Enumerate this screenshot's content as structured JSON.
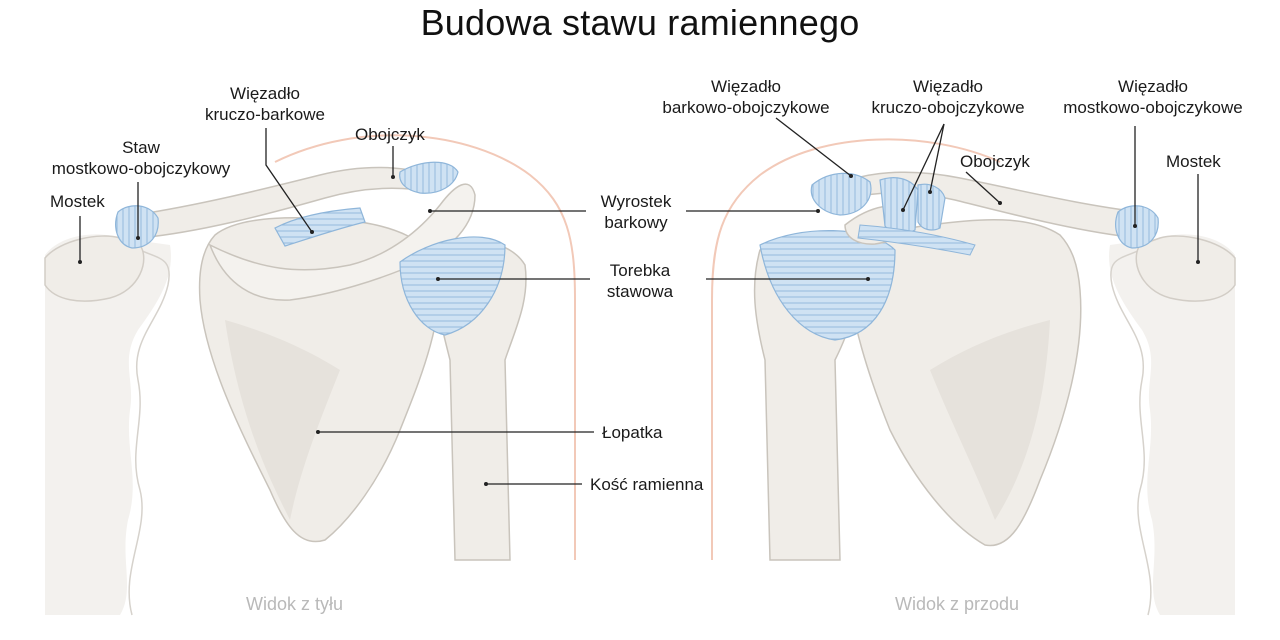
{
  "title": "Budowa stawu ramiennego",
  "views": {
    "back": "Widok z tyłu",
    "front": "Widok z przodu"
  },
  "labels": {
    "back_sternum": "Mostek",
    "back_sc_joint": [
      "Staw",
      "mostkowo-obojczykowy"
    ],
    "back_cora_lig": [
      "Więzadło",
      "kruczo-barkowe"
    ],
    "back_clavicle": "Obojczyk",
    "acromion": [
      "Wyrostek",
      "barkowy"
    ],
    "capsule": [
      "Torebka",
      "stawowa"
    ],
    "scapula": "Łopatka",
    "humerus": "Kość ramienna",
    "front_ac_lig": [
      "Więzadło",
      "barkowo-obojczykowe"
    ],
    "front_cc_lig": [
      "Więzadło",
      "kruczo-obojczykowe"
    ],
    "front_clavicle": "Obojczyk",
    "front_sc_lig": [
      "Więzadło",
      "mostkowo-obojczykowe"
    ],
    "front_sternum": "Mostek"
  },
  "colors": {
    "bone_fill": "#f0ede8",
    "bone_stroke": "#c9c4bc",
    "ligament": "#b9d6ee",
    "skin_outline": "#f2c9b8",
    "leader": "#222222"
  }
}
